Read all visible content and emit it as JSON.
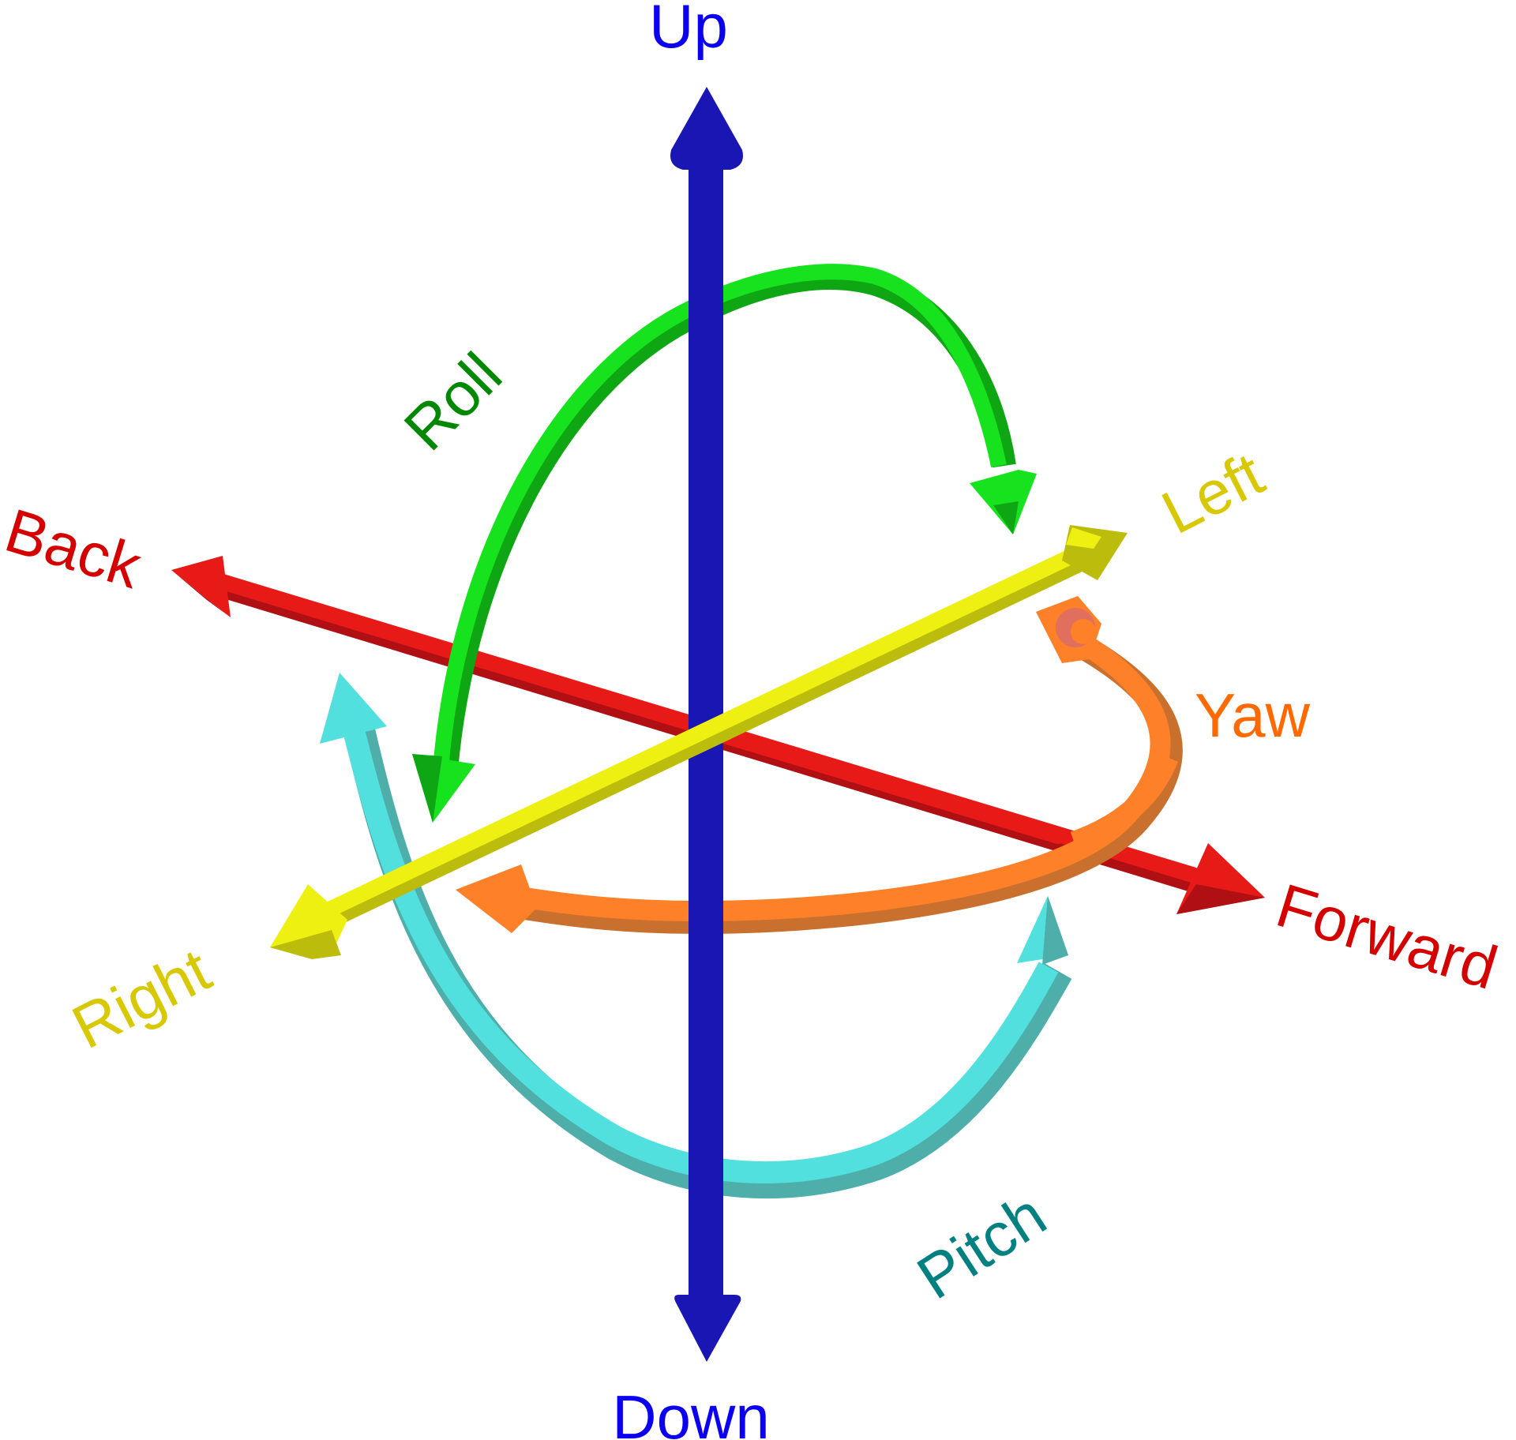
{
  "title": "Six degrees of freedom",
  "colors": {
    "up_down": "#1a16b4",
    "up_down_text": "#0b00f0",
    "forward_back": "#e81a17",
    "forward_back_dark": "#b01014",
    "forward_back_text": "#d40000",
    "left_right": "#eef011",
    "left_right_dark": "#bcbc0c",
    "left_right_text": "#d8c800",
    "roll": "#16e21e",
    "roll_dark": "#0ea713",
    "roll_text": "#008800",
    "yaw": "#fe8029",
    "yaw_dark": "#c9702e",
    "yaw_text": "#ff6a00",
    "pitch": "#52e0de",
    "pitch_dark": "#4eaeaa",
    "pitch_text": "#008080"
  },
  "axes": {
    "up": "Up",
    "down": "Down",
    "forward": "Forward",
    "back": "Back",
    "left": "Left",
    "right": "Right"
  },
  "rotations": {
    "roll": "Roll",
    "yaw": "Yaw",
    "pitch": "Pitch"
  }
}
